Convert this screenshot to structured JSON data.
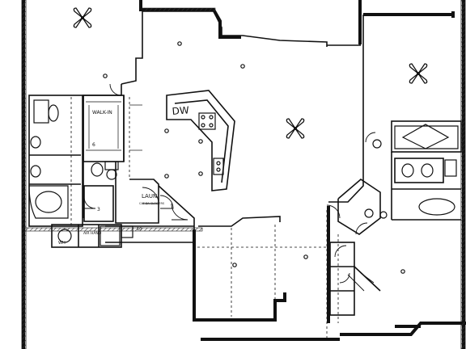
{
  "colors": {
    "ink": "#111111",
    "paper": "#ffffff",
    "hatch": "#333333"
  },
  "labels": {
    "walkin": "WALK-IN",
    "dw": "DW",
    "laun": "LAUN",
    "laun_note": "CAT DA CLOSIERS",
    "air_hand": "AIR HAND",
    "wh": "WH",
    "num_6": "6",
    "num_10": "10",
    "num_3": "3"
  },
  "icons": [
    "ceiling-fan-icon",
    "ceiling-light-icon",
    "door-swing-icon",
    "toilet-icon",
    "sink-icon",
    "bathtub-icon"
  ]
}
